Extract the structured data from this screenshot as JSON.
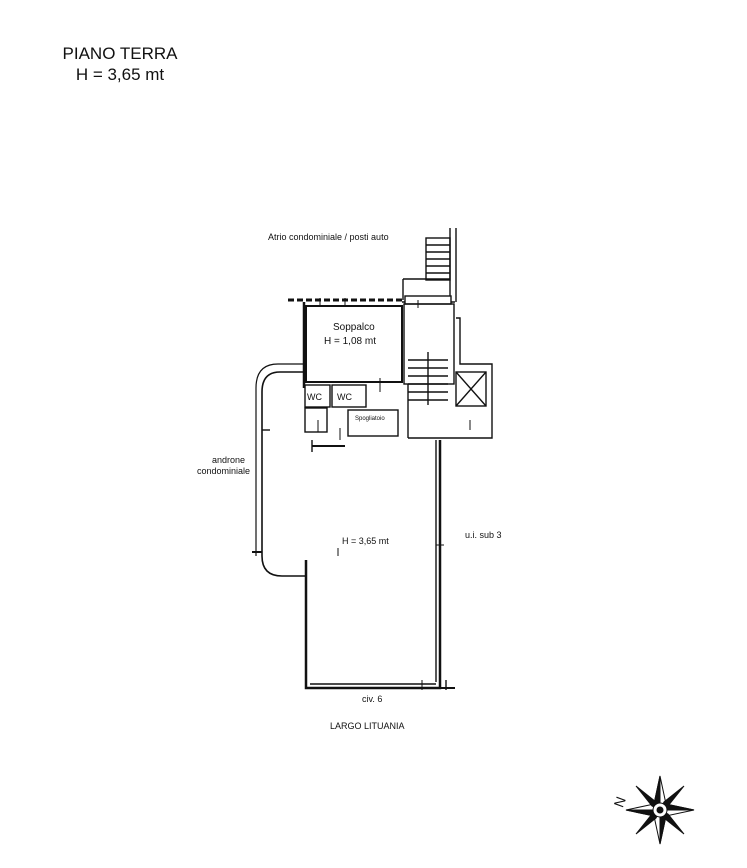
{
  "header": {
    "title": "PIANO TERRA",
    "height": "H = 3,65 mt"
  },
  "labels": {
    "atrio": "Atrio condominiale / posti auto",
    "soppalco": "Soppalco",
    "soppalco_h": "H = 1,08 mt",
    "wc_1": "WC",
    "wc_2": "WC",
    "spogliatoio": "Spogliatoio",
    "androne_1": "androne",
    "androne_2": "condominiale",
    "main_h": "H = 3,65 mt",
    "ui_sub": "u.i.  sub 3",
    "civ": "civ. 6",
    "street": "LARGO LITUANIA",
    "north": "N"
  }
}
